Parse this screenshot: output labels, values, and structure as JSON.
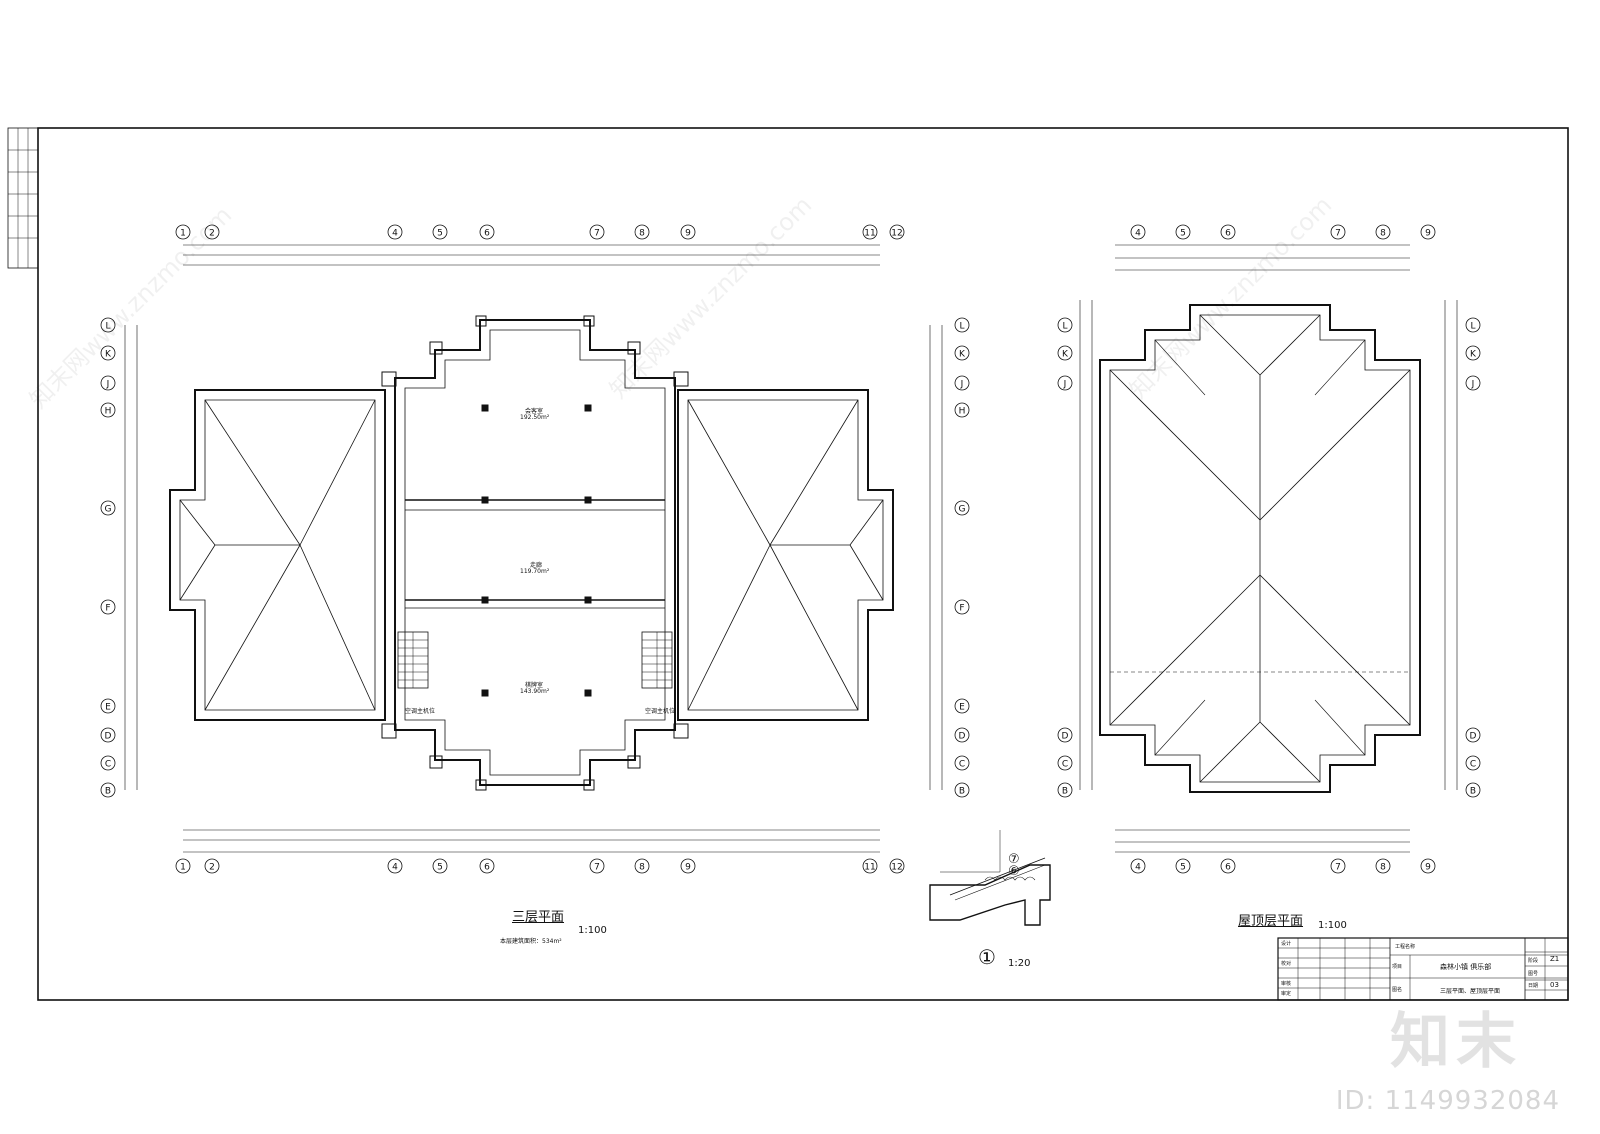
{
  "sheet": {
    "plan3_title": "三层平面",
    "plan3_scale": "1:100",
    "plan3_area": "本层建筑面积：534m²",
    "roof_title": "屋顶层平面",
    "roof_scale": "1:100",
    "detail_number": "①",
    "detail_scale": "1:20",
    "detail_refs": [
      "⑦",
      "⑥"
    ]
  },
  "axes_plan3_top": [
    "①",
    "②",
    "④",
    "⑤",
    "⑥",
    "⑦",
    "⑧",
    "⑨",
    "⑪",
    "⑫"
  ],
  "axes_plan3_side": [
    "L",
    "K",
    "J",
    "H",
    "G",
    "F",
    "E",
    "D",
    "C",
    "B"
  ],
  "axes_roof_top": [
    "④",
    "⑤",
    "⑥",
    "⑦",
    "⑧",
    "⑨"
  ],
  "rooms": {
    "room1_name": "会客室",
    "room1_area": "192.50m²",
    "room2_name": "走廊",
    "room2_area": "119.70m²",
    "room3_name": "棋牌室",
    "room3_area": "143.90m²",
    "ac_left": "空调主机位",
    "ac_right": "空调主机位"
  },
  "title_block": {
    "project_label": "工程名称",
    "item_label": "项目",
    "project_name": "森林小镇 俱乐部",
    "drawing_label": "图名",
    "drawing_name": "三层平面、屋顶层平面",
    "rows": [
      "设计",
      "校对",
      "审核",
      "审定"
    ],
    "sheet_no_label": "图号",
    "sheet_no": "03",
    "phase_label": "阶段",
    "phase": "Z1",
    "date_label": "日期"
  },
  "watermark": {
    "site": "知末网www.znzmo.com",
    "logo": "知末",
    "id": "ID: 1149932084"
  }
}
